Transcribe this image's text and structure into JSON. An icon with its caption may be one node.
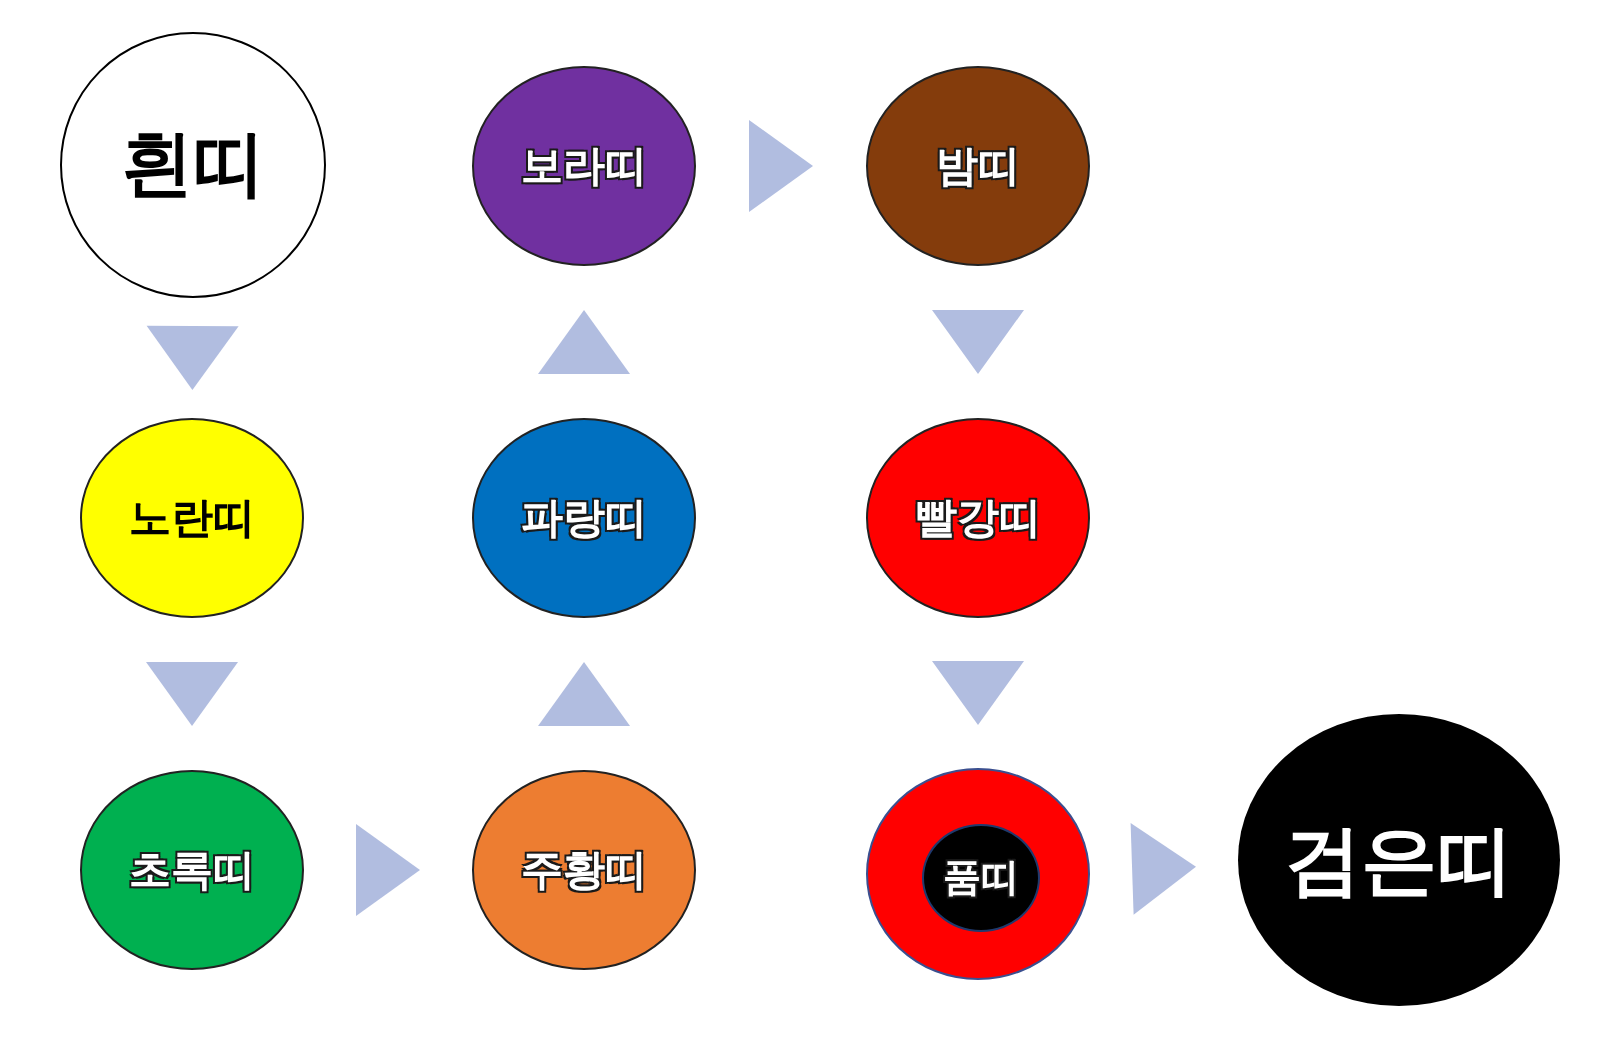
{
  "diagram": {
    "nodes": [
      {
        "text": [
          "흰띠"
        ]
      },
      {
        "text": [
          "노란띠"
        ]
      },
      {
        "text": [
          "초록띠"
        ]
      },
      {
        "text": [
          "주황띠"
        ]
      },
      {
        "text": [
          "파랑띠"
        ]
      },
      {
        "text": [
          "보라띠"
        ]
      },
      {
        "text": [
          "밤띠"
        ]
      },
      {
        "text": [
          "빨강띠"
        ]
      },
      {
        "text": [],
        "shape": "circle"
      },
      {
        "text": [
          "품띠"
        ],
        "in": 8
      },
      {
        "text": [
          "검은띠"
        ]
      }
    ],
    "edges": [
      {
        "from": 0,
        "to": 1,
        "arrow": "to"
      },
      {
        "from": 1,
        "to": 2,
        "arrow": "to"
      },
      {
        "from": 2,
        "to": 3,
        "arrow": "to"
      },
      {
        "from": 3,
        "to": 4,
        "arrow": "to"
      },
      {
        "from": 4,
        "to": 5,
        "arrow": "to"
      },
      {
        "from": 5,
        "to": 6,
        "arrow": "to"
      },
      {
        "from": 6,
        "to": 7,
        "arrow": "to"
      },
      {
        "from": 7,
        "to": 8,
        "arrow": "to"
      },
      {
        "from": 8,
        "to": 10,
        "arrow": "to"
      }
    ]
  }
}
